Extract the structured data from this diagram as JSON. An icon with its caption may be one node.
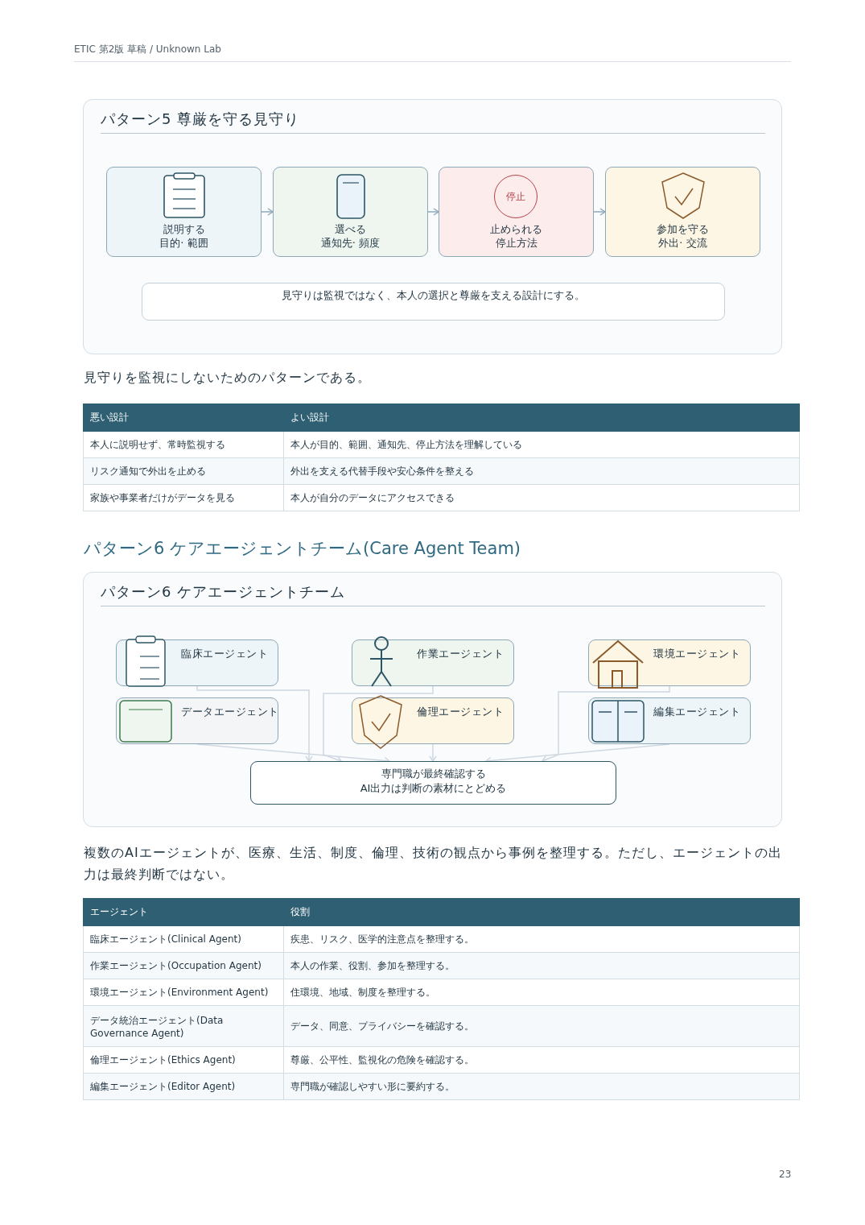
{
  "diagram": {
    "nodes": [
      {
        "text": [
          "パターン5 尊厳を守る見守り"
        ]
      },
      {
        "text": [
          "説明する",
          "目的· 範囲"
        ],
        "in": 0
      },
      {
        "text": [
          "選べる",
          "通知先· 頻度"
        ],
        "in": 0
      },
      {
        "text": [
          "止められる",
          "停止方法"
        ],
        "in": 0
      },
      {
        "text": [
          "停止"
        ],
        "in": 3
      },
      {
        "text": [
          "参加を守る",
          "外出· 交流"
        ],
        "in": 0
      },
      {
        "text": [
          "見守りは監視ではなく、本人の選択と尊厳を支える設計にする。"
        ],
        "in": 0
      },
      {
        "text": [
          "パターン6 ケアエージェントチーム"
        ]
      },
      {
        "text": [
          "臨床エージェント"
        ],
        "in": 7
      },
      {
        "text": [
          "作業エージェント"
        ],
        "in": 7
      },
      {
        "text": [
          "環境エージェント"
        ],
        "in": 7
      },
      {
        "text": [
          "データエージェント"
        ],
        "in": 7
      },
      {
        "text": [
          "倫理エージェント"
        ],
        "in": 7
      },
      {
        "text": [
          "編集エージェント"
        ],
        "in": 7
      },
      {
        "text": [
          "専門職が最終確認する",
          "AI出力は判断の素材にとどめる"
        ],
        "in": 7
      }
    ],
    "edges": [
      {
        "from": 1,
        "to": 2,
        "arrow": "to"
      },
      {
        "from": 2,
        "to": 3,
        "arrow": "to"
      },
      {
        "from": 3,
        "to": 5,
        "arrow": "to"
      },
      {
        "from": 8,
        "to": 14,
        "arrow": "to"
      },
      {
        "from": 9,
        "to": 14,
        "arrow": "to"
      },
      {
        "from": 10,
        "to": 14,
        "arrow": "to"
      },
      {
        "from": 11,
        "to": 14,
        "arrow": "to"
      },
      {
        "from": 12,
        "to": 14,
        "arrow": "to"
      },
      {
        "from": 13,
        "to": 14,
        "arrow": "to"
      }
    ],
    "labels": [
      "ETIC 第2版 草稿 / Unknown Lab",
      "見守りを監視にしないためのパターンである。",
      "悪い設計",
      "よい設計",
      "本人に説明せず、常時監視する",
      "本人が目的、範囲、通知先、停止方法を理解している",
      "リスク通知で外出を止める",
      "外出を支える代替手段や安心条件を整える",
      "家族や事業者だけがデータを見る",
      "本人が自分のデータにアクセスできる",
      "パターン6 ケアエージェントチーム(Care Agent Team)",
      "複数のAIエージェントが、医療、生活、制度、倫理、技術の観点から事例を整理する。ただし、エージェントの出力は最終判断ではない。",
      "エージェント",
      "役割",
      "臨床エージェント(Clinical Agent)",
      "疾患、リスク、医学的注意点を整理する。",
      "作業エージェント(Occupation Agent)",
      "本人の作業、役割、参加を整理する。",
      "環境エージェント(Environment Agent)",
      "住環境、地域、制度を整理する。",
      "データ統治エージェント(Data Governance Agent)",
      "データ、同意、プライバシーを確認する。",
      "倫理エージェント(Ethics Agent)",
      "尊厳、公平性、監視化の危険を確認する。",
      "編集エージェント(Editor Agent)",
      "専門職が確認しやすい形に要約する。",
      "23"
    ]
  }
}
